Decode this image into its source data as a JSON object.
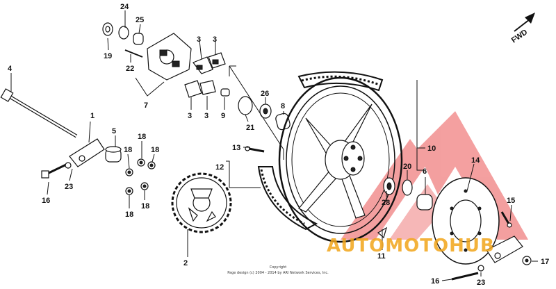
{
  "fwd_label": "FWD",
  "callouts": {
    "c1": "1",
    "c2": "2",
    "c3a": "3",
    "c3b": "3",
    "c3c": "3",
    "c3d": "3",
    "c4": "4",
    "c5": "5",
    "c6": "6",
    "c7": "7",
    "c8": "8",
    "c9": "9",
    "c10": "10",
    "c11": "11",
    "c12": "12",
    "c13": "13",
    "c14": "14",
    "c15": "15",
    "c16a": "16",
    "c16b": "16",
    "c17": "17",
    "c18a": "18",
    "c18b": "18",
    "c18c": "18",
    "c18d": "18",
    "c18e": "18",
    "c19": "19",
    "c20": "20",
    "c21": "21",
    "c22": "22",
    "c23a": "23",
    "c23b": "23",
    "c24": "24",
    "c25": "25",
    "c26": "26",
    "c28": "28"
  },
  "watermark": {
    "text": "AUTOMOTOHUB",
    "logo_color": "#f08080",
    "text_color": "#f2a51a"
  },
  "copyright": {
    "line1": "Copyright",
    "line2": "Page design (c) 2004 - 2014 by ARI Network Services, Inc."
  }
}
